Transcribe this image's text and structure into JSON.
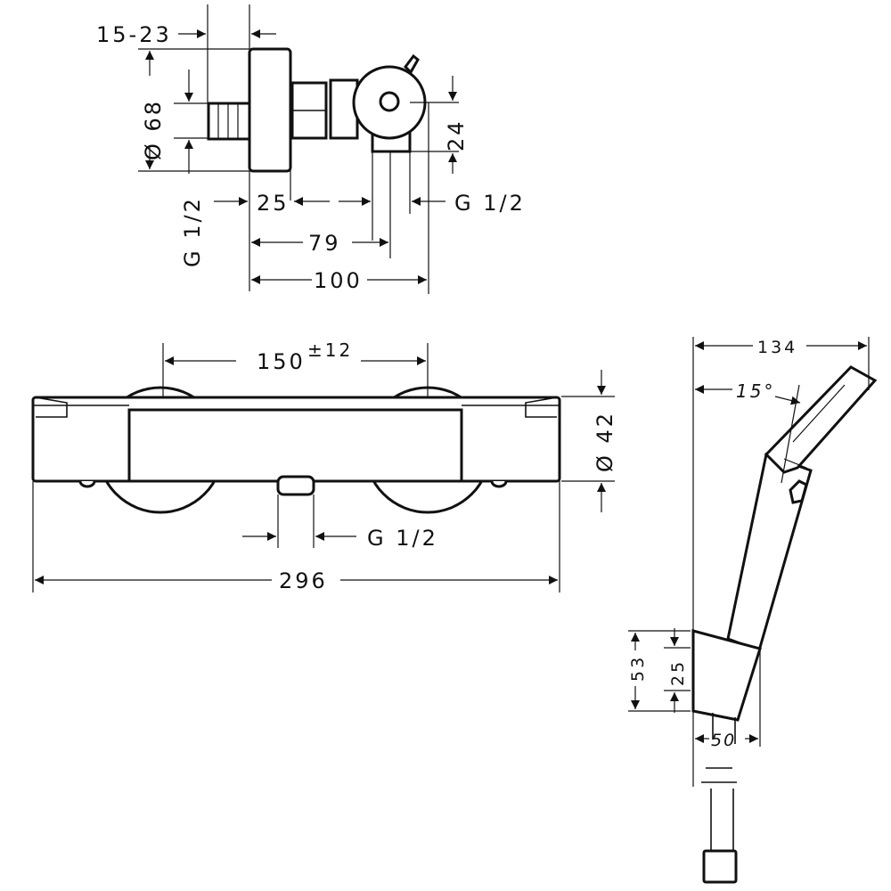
{
  "side_view": {
    "dim_wall_offset": "15-23",
    "dim_diameter": "Ø 68",
    "dim_inlet_thread": "G 1/2",
    "dim_25": "25",
    "dim_79": "79",
    "dim_100": "100",
    "dim_24": "24",
    "dim_outlet_thread": "G 1/2"
  },
  "front_view": {
    "dim_centers": "150",
    "dim_centers_tol": "±12",
    "dim_diameter": "Ø 42",
    "dim_outlet_thread": "G 1/2",
    "dim_width": "296"
  },
  "shower_view": {
    "dim_width": "134",
    "dim_angle": "15°",
    "dim_53": "53",
    "dim_25": "25",
    "dim_50": "50"
  },
  "colors": {
    "line": "#111111",
    "background": "#ffffff"
  }
}
